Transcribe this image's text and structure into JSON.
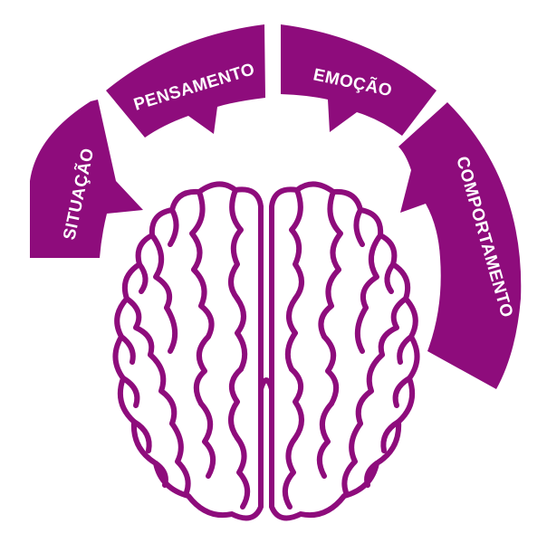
{
  "diagram": {
    "accent_color": "#8e0c7c",
    "segments": [
      {
        "label": "SITUAÇÃO"
      },
      {
        "label": "PENSAMENTO"
      },
      {
        "label": "EMOÇÃO"
      },
      {
        "label": "COMPORTAMENTO"
      }
    ],
    "center_icon": "brain-icon"
  }
}
